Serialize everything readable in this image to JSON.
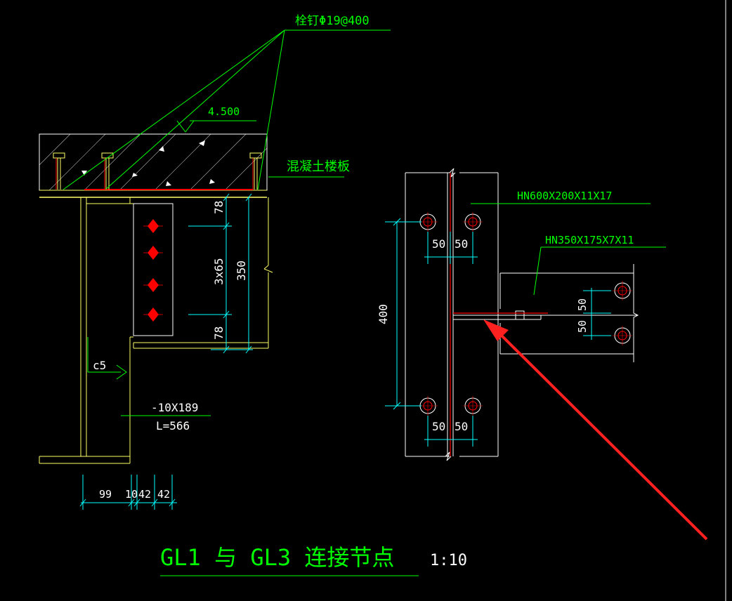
{
  "colors": {
    "background": "#000000",
    "yellow": "#ffff66",
    "green": "#00ff00",
    "cyan": "#00ffff",
    "red": "#ff0000",
    "white": "#ffffff",
    "gray": "#bfbfbf"
  },
  "labels": {
    "stud": "栓钉Φ19@400",
    "elevation": "4.500",
    "slab": "混凝土楼板",
    "dim_78_top": "78",
    "dim_3x65": "3x65",
    "dim_350": "350",
    "dim_78_bottom": "78",
    "weld": "c5",
    "plate_size": "-10X189",
    "plate_length": "L=566",
    "dim_99": "99",
    "dim_10": "10",
    "dim_42a": "42",
    "dim_42b": "42",
    "dim_400": "400",
    "dim_50_tl": "50",
    "dim_50_tr": "50",
    "dim_50_bl": "50",
    "dim_50_br": "50",
    "dim_50_r1": "50",
    "dim_50_r2": "50",
    "beam_main": "HN600X200X11X17",
    "beam_sec": "HN350X175X7X11",
    "title": "GL1 与 GL3 连接节点",
    "scale": "1:10"
  }
}
